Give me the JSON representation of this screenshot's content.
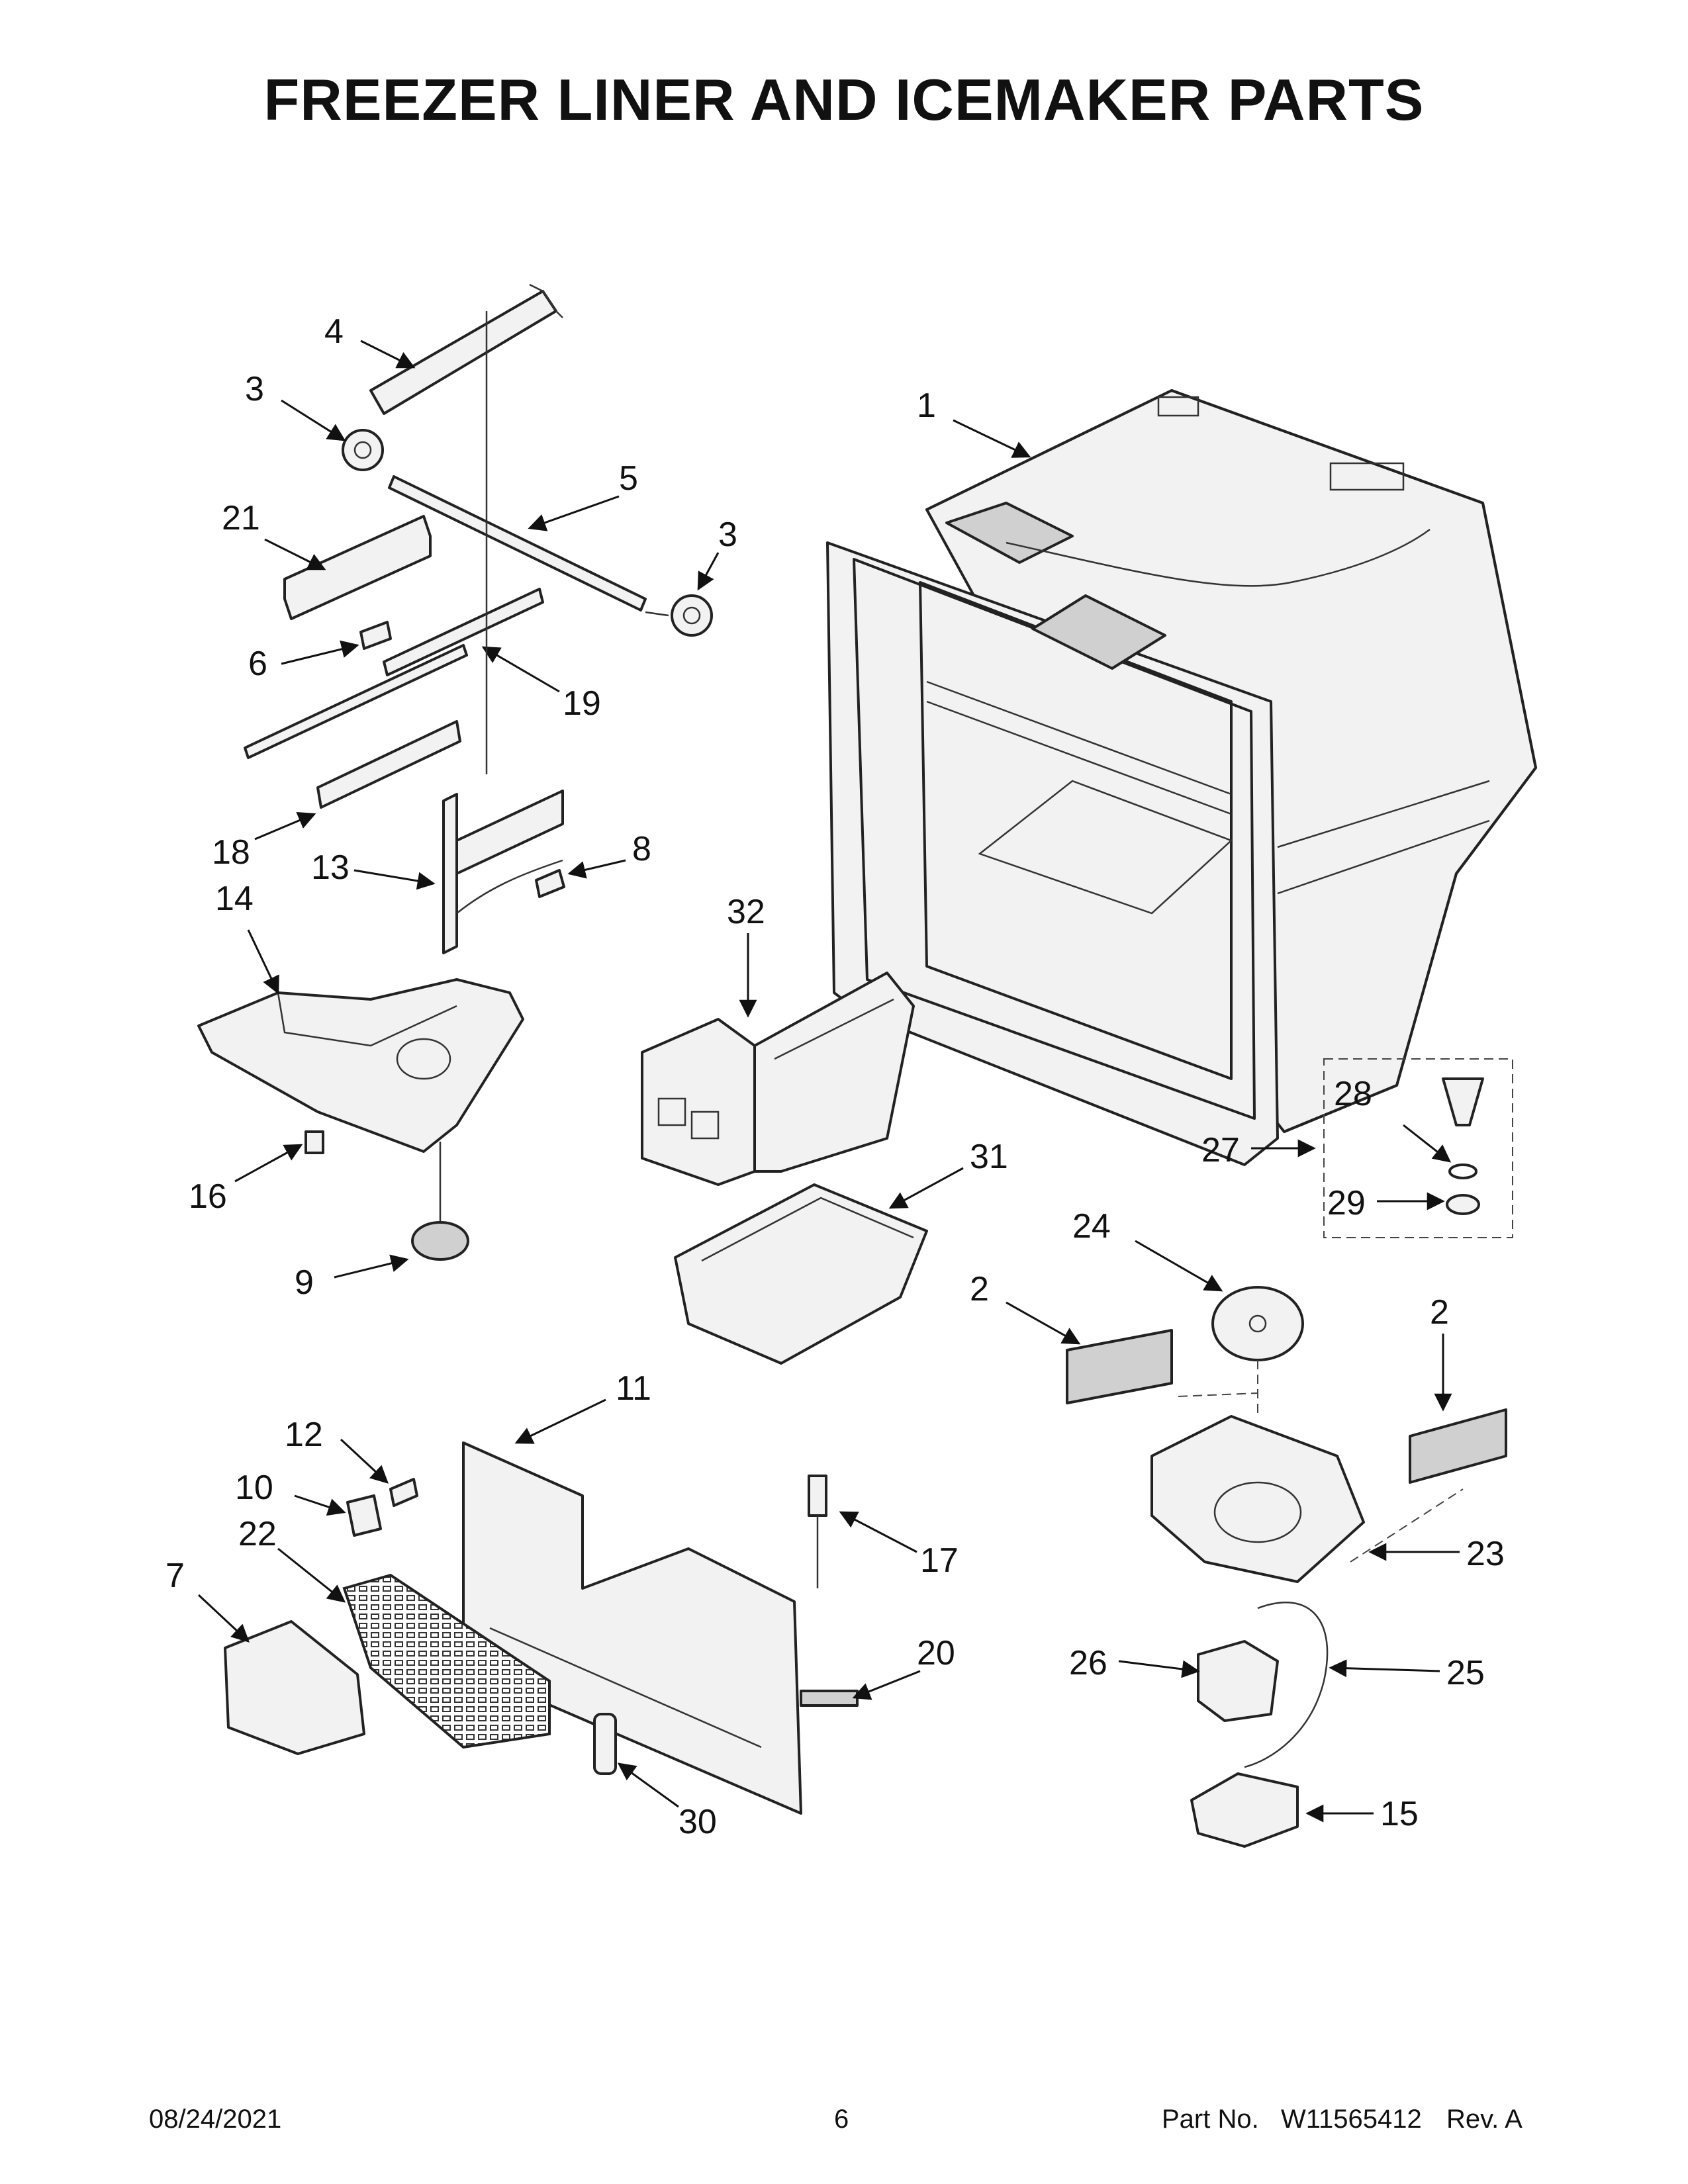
{
  "title": "FREEZER LINER AND ICEMAKER PARTS",
  "callouts": [
    "1",
    "2",
    "2",
    "3",
    "3",
    "4",
    "5",
    "6",
    "7",
    "8",
    "9",
    "10",
    "11",
    "12",
    "13",
    "14",
    "15",
    "16",
    "17",
    "18",
    "19",
    "20",
    "21",
    "22",
    "23",
    "24",
    "25",
    "26",
    "27",
    "28",
    "29",
    "30",
    "31",
    "32"
  ],
  "footer": {
    "date": "08/24/2021",
    "page_number": "6",
    "part_label": "Part No.",
    "part_number": "W11565412",
    "revision": "Rev. A"
  }
}
